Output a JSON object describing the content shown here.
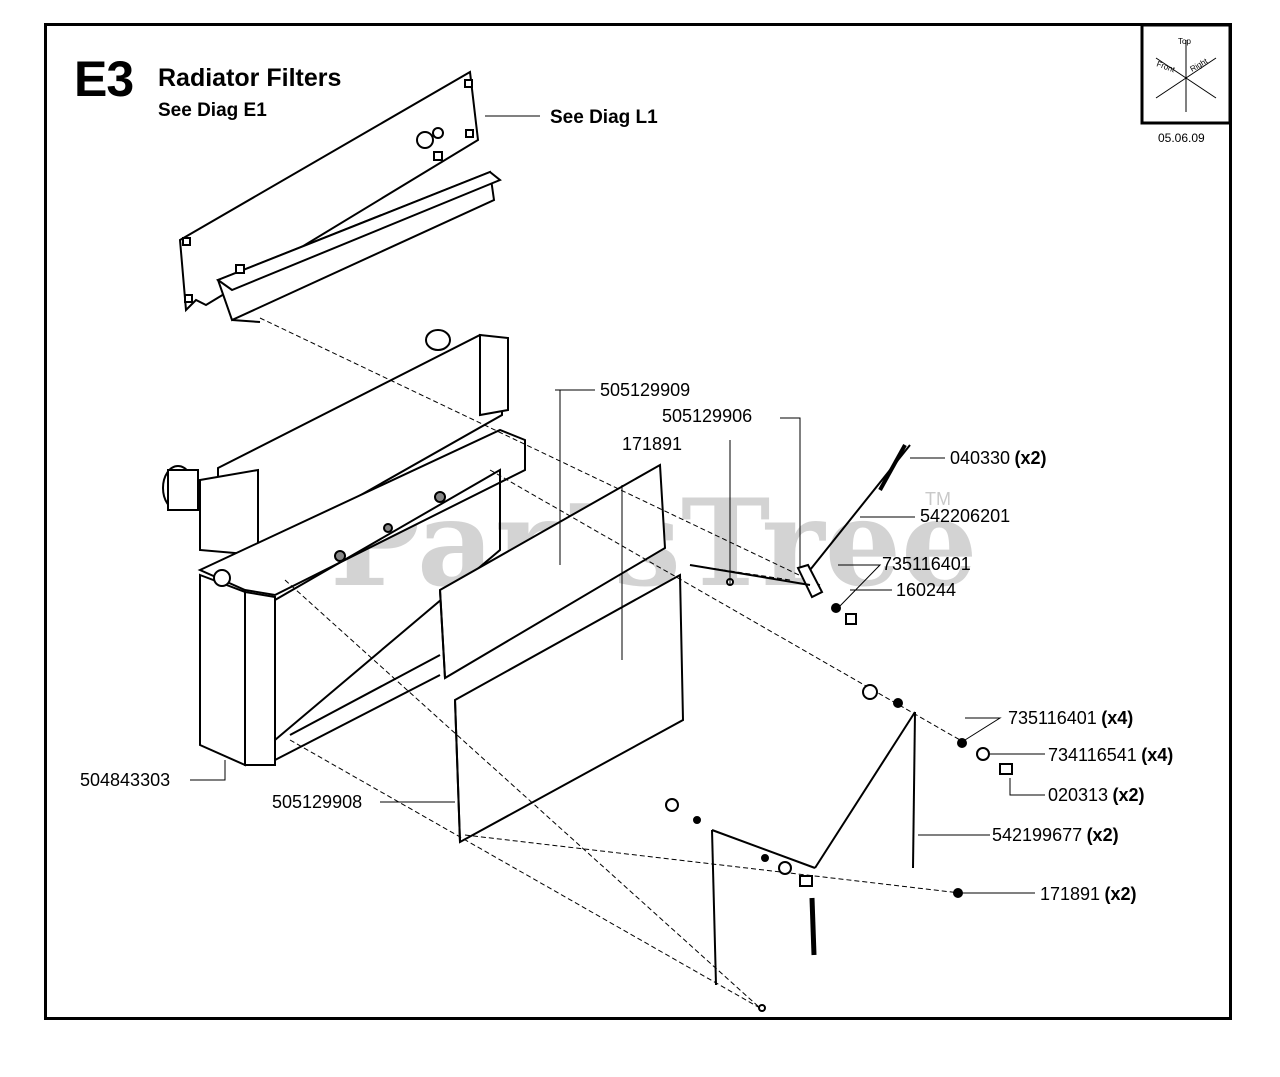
{
  "header": {
    "section_code": "E3",
    "title": "Radiator Filters",
    "ref_top": "See Diag E1",
    "ref_right": "See Diag L1"
  },
  "orientation": {
    "top": "Top",
    "front": "Front",
    "right": "Right",
    "date": "05.06.09"
  },
  "watermark": "PartsTree",
  "watermark_mark": "TM",
  "parts": {
    "p505129909": {
      "code": "505129909",
      "qty": ""
    },
    "p505129906": {
      "code": "505129906",
      "qty": ""
    },
    "p171891": {
      "code": "171891",
      "qty": ""
    },
    "p040330": {
      "code": "040330",
      "qty": "(x2)"
    },
    "p542206201": {
      "code": "542206201",
      "qty": ""
    },
    "p735116401a": {
      "code": "735116401",
      "qty": ""
    },
    "p160244": {
      "code": "160244",
      "qty": ""
    },
    "p735116401b": {
      "code": "735116401",
      "qty": "(x4)"
    },
    "p734116541": {
      "code": "734116541",
      "qty": "(x4)"
    },
    "p020313": {
      "code": "020313",
      "qty": "(x2)"
    },
    "p542199677": {
      "code": "542199677",
      "qty": "(x2)"
    },
    "p171891b": {
      "code": "171891",
      "qty": "(x2)"
    },
    "p504843303": {
      "code": "504843303",
      "qty": ""
    },
    "p505129908": {
      "code": "505129908",
      "qty": ""
    }
  }
}
